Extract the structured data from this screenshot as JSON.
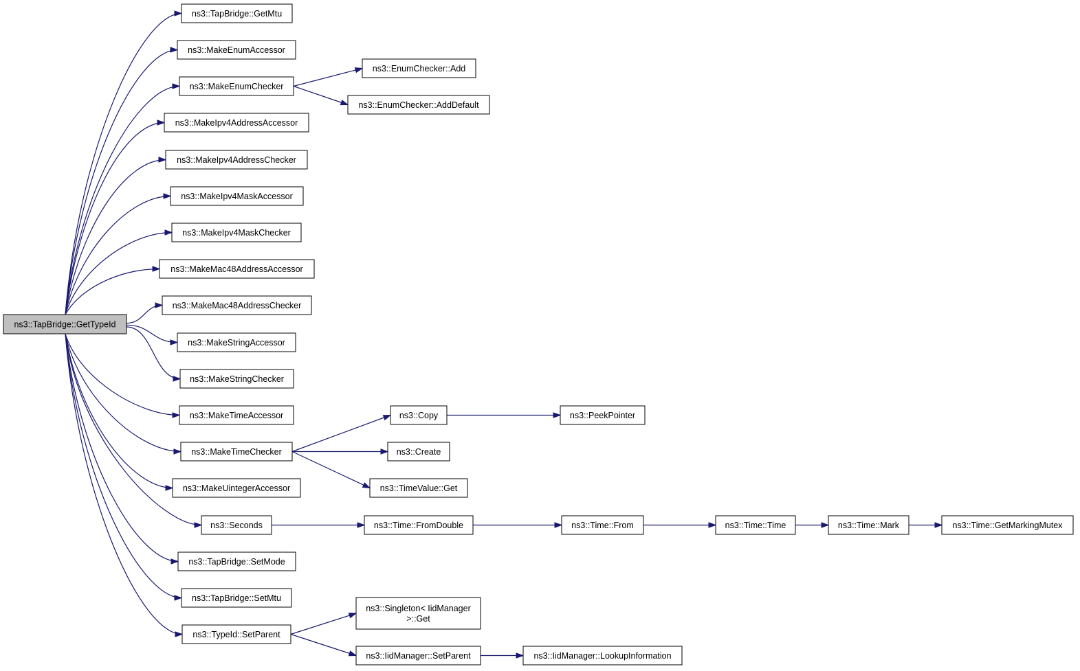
{
  "graph": {
    "colors": {
      "edge": "#191970",
      "root_fill": "#bfbfbf",
      "node_fill": "#ffffff",
      "node_border": "#000000"
    },
    "nodes": [
      {
        "id": "root",
        "lines": [
          "ns3::TapBridge::GetTypeId"
        ],
        "root": true
      },
      {
        "id": "getmtu",
        "lines": [
          "ns3::TapBridge::GetMtu"
        ]
      },
      {
        "id": "makeenumaccessor",
        "lines": [
          "ns3::MakeEnumAccessor"
        ]
      },
      {
        "id": "makeenumchecker",
        "lines": [
          "ns3::MakeEnumChecker"
        ]
      },
      {
        "id": "makeipv4addressaccessor",
        "lines": [
          "ns3::MakeIpv4AddressAccessor"
        ]
      },
      {
        "id": "makeipv4addresschecker",
        "lines": [
          "ns3::MakeIpv4AddressChecker"
        ]
      },
      {
        "id": "makeipv4maskaccessor",
        "lines": [
          "ns3::MakeIpv4MaskAccessor"
        ]
      },
      {
        "id": "makeipv4maskchecker",
        "lines": [
          "ns3::MakeIpv4MaskChecker"
        ]
      },
      {
        "id": "makemac48addressaccessor",
        "lines": [
          "ns3::MakeMac48AddressAccessor"
        ]
      },
      {
        "id": "makemac48addresschecker",
        "lines": [
          "ns3::MakeMac48AddressChecker"
        ]
      },
      {
        "id": "makestringaccessor",
        "lines": [
          "ns3::MakeStringAccessor"
        ]
      },
      {
        "id": "makestringchecker",
        "lines": [
          "ns3::MakeStringChecker"
        ]
      },
      {
        "id": "maketimeaccessor",
        "lines": [
          "ns3::MakeTimeAccessor"
        ]
      },
      {
        "id": "maketimechecker",
        "lines": [
          "ns3::MakeTimeChecker"
        ]
      },
      {
        "id": "makeuintegeraccessor",
        "lines": [
          "ns3::MakeUintegerAccessor"
        ]
      },
      {
        "id": "seconds",
        "lines": [
          "ns3::Seconds"
        ]
      },
      {
        "id": "setmode",
        "lines": [
          "ns3::TapBridge::SetMode"
        ]
      },
      {
        "id": "setmtu",
        "lines": [
          "ns3::TapBridge::SetMtu"
        ]
      },
      {
        "id": "typeid-setparent",
        "lines": [
          "ns3::TypeId::SetParent"
        ]
      },
      {
        "id": "enumchecker-add",
        "lines": [
          "ns3::EnumChecker::Add"
        ]
      },
      {
        "id": "enumchecker-adddefault",
        "lines": [
          "ns3::EnumChecker::AddDefault"
        ]
      },
      {
        "id": "copy",
        "lines": [
          "ns3::Copy"
        ]
      },
      {
        "id": "create",
        "lines": [
          "ns3::Create"
        ]
      },
      {
        "id": "timevalue-get",
        "lines": [
          "ns3::TimeValue::Get"
        ]
      },
      {
        "id": "time-fromdouble",
        "lines": [
          "ns3::Time::FromDouble"
        ]
      },
      {
        "id": "singleton-get",
        "lines": [
          "ns3::Singleton< IidManager",
          ">::Get"
        ]
      },
      {
        "id": "iidmanager-setparent",
        "lines": [
          "ns3::IidManager::SetParent"
        ]
      },
      {
        "id": "peekpointer",
        "lines": [
          "ns3::PeekPointer"
        ]
      },
      {
        "id": "time-from",
        "lines": [
          "ns3::Time::From"
        ]
      },
      {
        "id": "iidmanager-lookupinformation",
        "lines": [
          "ns3::IidManager::LookupInformation"
        ]
      },
      {
        "id": "time-time",
        "lines": [
          "ns3::Time::Time"
        ]
      },
      {
        "id": "time-mark",
        "lines": [
          "ns3::Time::Mark"
        ]
      },
      {
        "id": "time-getmarkingmutex",
        "lines": [
          "ns3::Time::GetMarkingMutex"
        ]
      }
    ],
    "edges": [
      [
        "root",
        "getmtu"
      ],
      [
        "root",
        "makeenumaccessor"
      ],
      [
        "root",
        "makeenumchecker"
      ],
      [
        "root",
        "makeipv4addressaccessor"
      ],
      [
        "root",
        "makeipv4addresschecker"
      ],
      [
        "root",
        "makeipv4maskaccessor"
      ],
      [
        "root",
        "makeipv4maskchecker"
      ],
      [
        "root",
        "makemac48addressaccessor"
      ],
      [
        "root",
        "makemac48addresschecker"
      ],
      [
        "root",
        "makestringaccessor"
      ],
      [
        "root",
        "makestringchecker"
      ],
      [
        "root",
        "maketimeaccessor"
      ],
      [
        "root",
        "maketimechecker"
      ],
      [
        "root",
        "makeuintegeraccessor"
      ],
      [
        "root",
        "seconds"
      ],
      [
        "root",
        "setmode"
      ],
      [
        "root",
        "setmtu"
      ],
      [
        "root",
        "typeid-setparent"
      ],
      [
        "makeenumchecker",
        "enumchecker-add"
      ],
      [
        "makeenumchecker",
        "enumchecker-adddefault"
      ],
      [
        "maketimechecker",
        "copy"
      ],
      [
        "maketimechecker",
        "create"
      ],
      [
        "maketimechecker",
        "timevalue-get"
      ],
      [
        "copy",
        "peekpointer"
      ],
      [
        "seconds",
        "time-fromdouble"
      ],
      [
        "time-fromdouble",
        "time-from"
      ],
      [
        "time-from",
        "time-time"
      ],
      [
        "time-time",
        "time-mark"
      ],
      [
        "time-mark",
        "time-getmarkingmutex"
      ],
      [
        "typeid-setparent",
        "singleton-get"
      ],
      [
        "typeid-setparent",
        "iidmanager-setparent"
      ],
      [
        "iidmanager-setparent",
        "iidmanager-lookupinformation"
      ]
    ]
  }
}
